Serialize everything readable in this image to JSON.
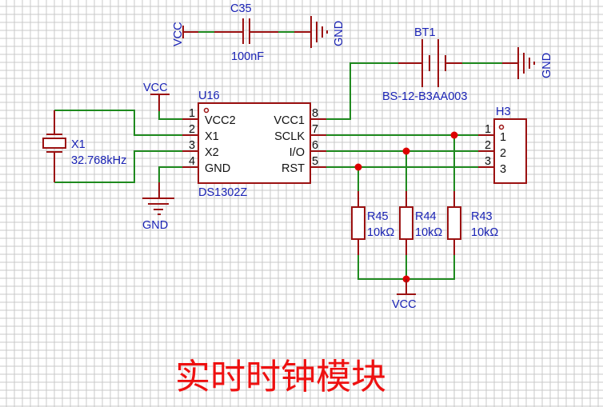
{
  "title": "实时时钟模块",
  "colors": {
    "wire": "#1f8a1f",
    "component": "#9b1111",
    "label_blue": "#1a23b5",
    "pin_text": "#111111",
    "title_red": "#ee1111",
    "grid": "#c8c8c8",
    "junction": "#dd0000"
  },
  "c35": {
    "designator": "C35",
    "value": "100nF",
    "left_net": "VCC",
    "right_net": "GND"
  },
  "bt1": {
    "designator": "BT1",
    "value": "BS-12-B3AA003",
    "net": "GND"
  },
  "x1": {
    "designator": "X1",
    "value": "32.768kHz"
  },
  "u16": {
    "designator": "U16",
    "part": "DS1302Z",
    "vcc_net": "VCC",
    "gnd_net": "GND",
    "left_pins": [
      {
        "num": "1",
        "name": "VCC2"
      },
      {
        "num": "2",
        "name": "X1"
      },
      {
        "num": "3",
        "name": "X2"
      },
      {
        "num": "4",
        "name": "GND"
      }
    ],
    "right_pins": [
      {
        "num": "8",
        "name": "VCC1"
      },
      {
        "num": "7",
        "name": "SCLK"
      },
      {
        "num": "6",
        "name": "I/O"
      },
      {
        "num": "5",
        "name": "RST"
      }
    ]
  },
  "h3": {
    "designator": "H3",
    "pins": [
      {
        "num": "1",
        "name": "1"
      },
      {
        "num": "2",
        "name": "2"
      },
      {
        "num": "3",
        "name": "3"
      }
    ]
  },
  "resistors": [
    {
      "designator": "R45",
      "value": "10kΩ"
    },
    {
      "designator": "R44",
      "value": "10kΩ"
    },
    {
      "designator": "R43",
      "value": "10kΩ"
    }
  ],
  "pullup_net": "VCC"
}
